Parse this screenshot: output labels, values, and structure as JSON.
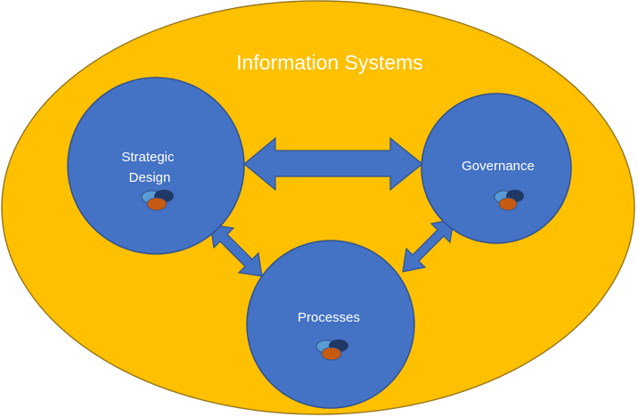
{
  "diagram": {
    "title": "Information Systems",
    "nodes": {
      "strategic_design": {
        "line1": "Strategic",
        "line2": "Design"
      },
      "governance": {
        "label": "Governance"
      },
      "processes": {
        "label": "Processes"
      }
    },
    "colors": {
      "outer_fill": "#ffc000",
      "outer_stroke": "#9a7a20",
      "node_fill": "#4472c4",
      "node_stroke": "#2f528f",
      "arrow_fill": "#4472c4",
      "arrow_stroke": "#2f528f",
      "venn_light_blue": "#5b9bd5",
      "venn_dark_blue": "#1f3864",
      "venn_orange": "#c55a11"
    },
    "icons": [
      "venn-icon"
    ]
  }
}
